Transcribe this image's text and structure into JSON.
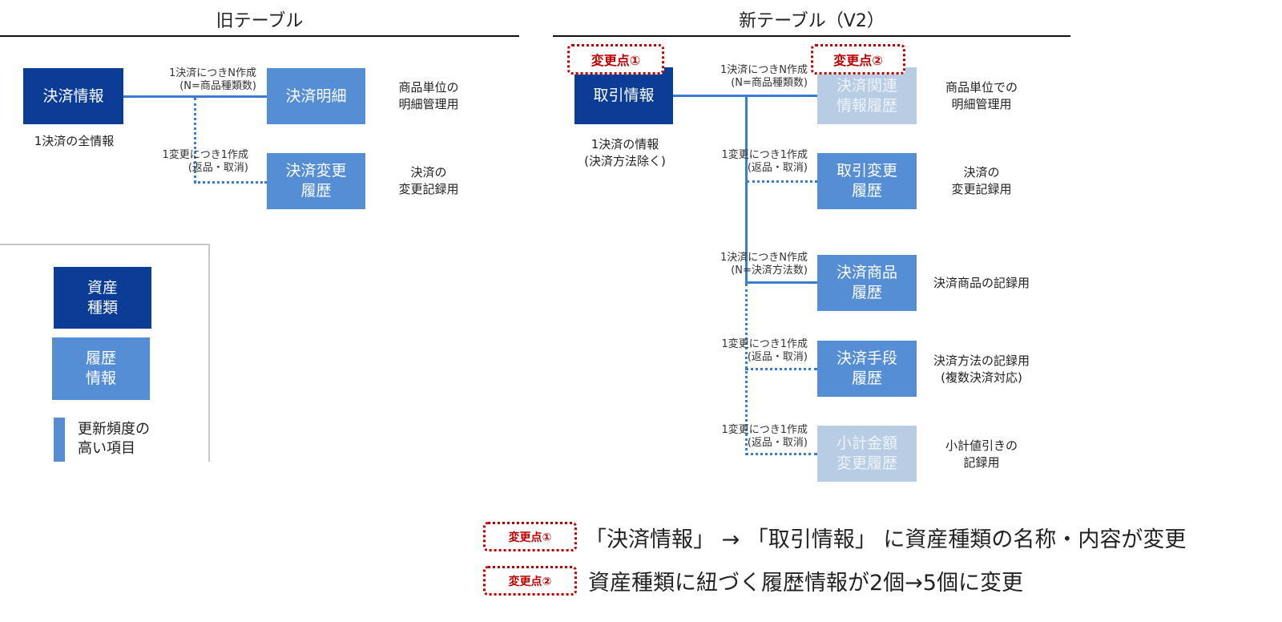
{
  "old_table": {
    "title": "旧テーブル",
    "asset": {
      "label": "決済情報",
      "note": "1決済の全情報"
    },
    "histories": [
      {
        "label": "決済明細",
        "relation": "1決済につきN作成\n(N=商品種類数)",
        "link": "solid",
        "note": "商品単位の\n明細管理用"
      },
      {
        "label": "決済変更\n履歴",
        "relation": "1変更につき1作成\n(返品・取消)",
        "link": "dotted",
        "note": "決済の\n変更記録用"
      }
    ]
  },
  "legend": {
    "asset_type": "資産\n種類",
    "history_info": "履歴\n情報",
    "high_update": "更新頻度の\n高い項目"
  },
  "new_table": {
    "title": "新テーブル（V2）",
    "asset": {
      "label": "取引情報",
      "note": "1決済の情報\n(決済方法除く)"
    },
    "histories": [
      {
        "label": "決済関連\n情報履歴",
        "relation": "1決済につきN作成\n(N=商品種類数)",
        "link": "solid",
        "style": "light",
        "note": "商品単位での\n明細管理用"
      },
      {
        "label": "取引変更\n履歴",
        "relation": "1変更につき1作成\n(返品・取消)",
        "link": "dotted",
        "style": "mid",
        "note": "決済の\n変更記録用"
      },
      {
        "label": "決済商品\n履歴",
        "relation": "1決済につきN作成\n(N=決済方法数)",
        "link": "solid",
        "style": "mid",
        "note": "決済商品の記録用"
      },
      {
        "label": "決済手段\n履歴",
        "relation": "1変更につき1作成\n(返品・取消)",
        "link": "dotted",
        "style": "mid",
        "note": "決済方法の記録用\n(複数決済対応)"
      },
      {
        "label": "小計金額\n変更履歴",
        "relation": "1変更につき1作成\n(返品・取消)",
        "link": "dotted",
        "style": "light",
        "note": "小計値引きの\n記録用"
      }
    ],
    "badges": [
      "変更点①",
      "変更点②"
    ]
  },
  "summary": [
    {
      "badge": "変更点①",
      "text": "「決済情報」 → 「取引情報」 に資産種類の名称・内容が変更"
    },
    {
      "badge": "変更点②",
      "text": "資産種類に紐づく履歴情報が2個→5個に変更"
    }
  ],
  "colors": {
    "asset": "#0c3d96",
    "history": "#558ed5",
    "history_faded": "#b8cde4",
    "link": "#3a7dd0",
    "badge": "#c00000"
  }
}
